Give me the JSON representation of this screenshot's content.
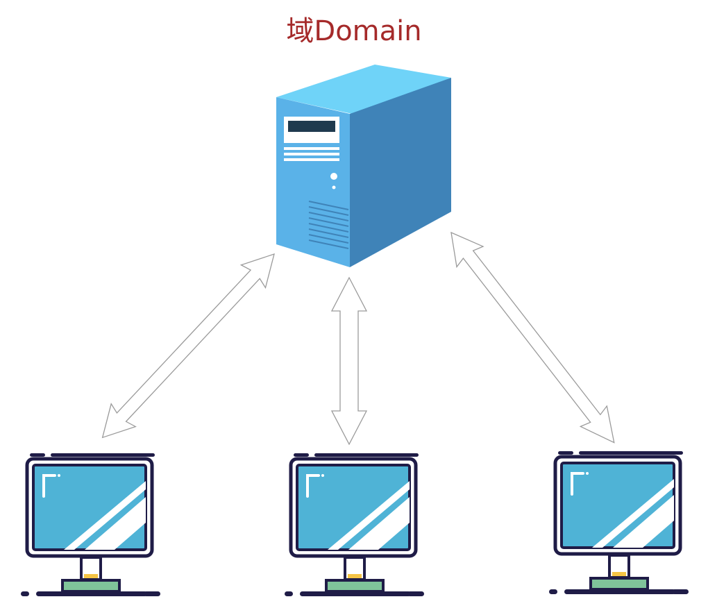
{
  "diagram": {
    "title": "域Domain",
    "colors": {
      "title": "#a52a2a",
      "server_front": "#5ab2e8",
      "server_side": "#3f83b8",
      "server_top": "#6fd3f8",
      "monitor_frame": "#1f1c47",
      "monitor_screen": "#4fb3d6",
      "monitor_base": "#7fc49a",
      "monitor_neck_accent": "#f5c445",
      "arrow_stroke": "#999999"
    },
    "nodes": [
      {
        "id": "server",
        "icon": "server-tower-icon"
      },
      {
        "id": "client-left",
        "icon": "monitor-icon"
      },
      {
        "id": "client-center",
        "icon": "monitor-icon"
      },
      {
        "id": "client-right",
        "icon": "monitor-icon"
      }
    ],
    "edges": [
      {
        "from": "server",
        "to": "client-left",
        "type": "bidirectional"
      },
      {
        "from": "server",
        "to": "client-center",
        "type": "bidirectional"
      },
      {
        "from": "server",
        "to": "client-right",
        "type": "bidirectional"
      }
    ]
  }
}
